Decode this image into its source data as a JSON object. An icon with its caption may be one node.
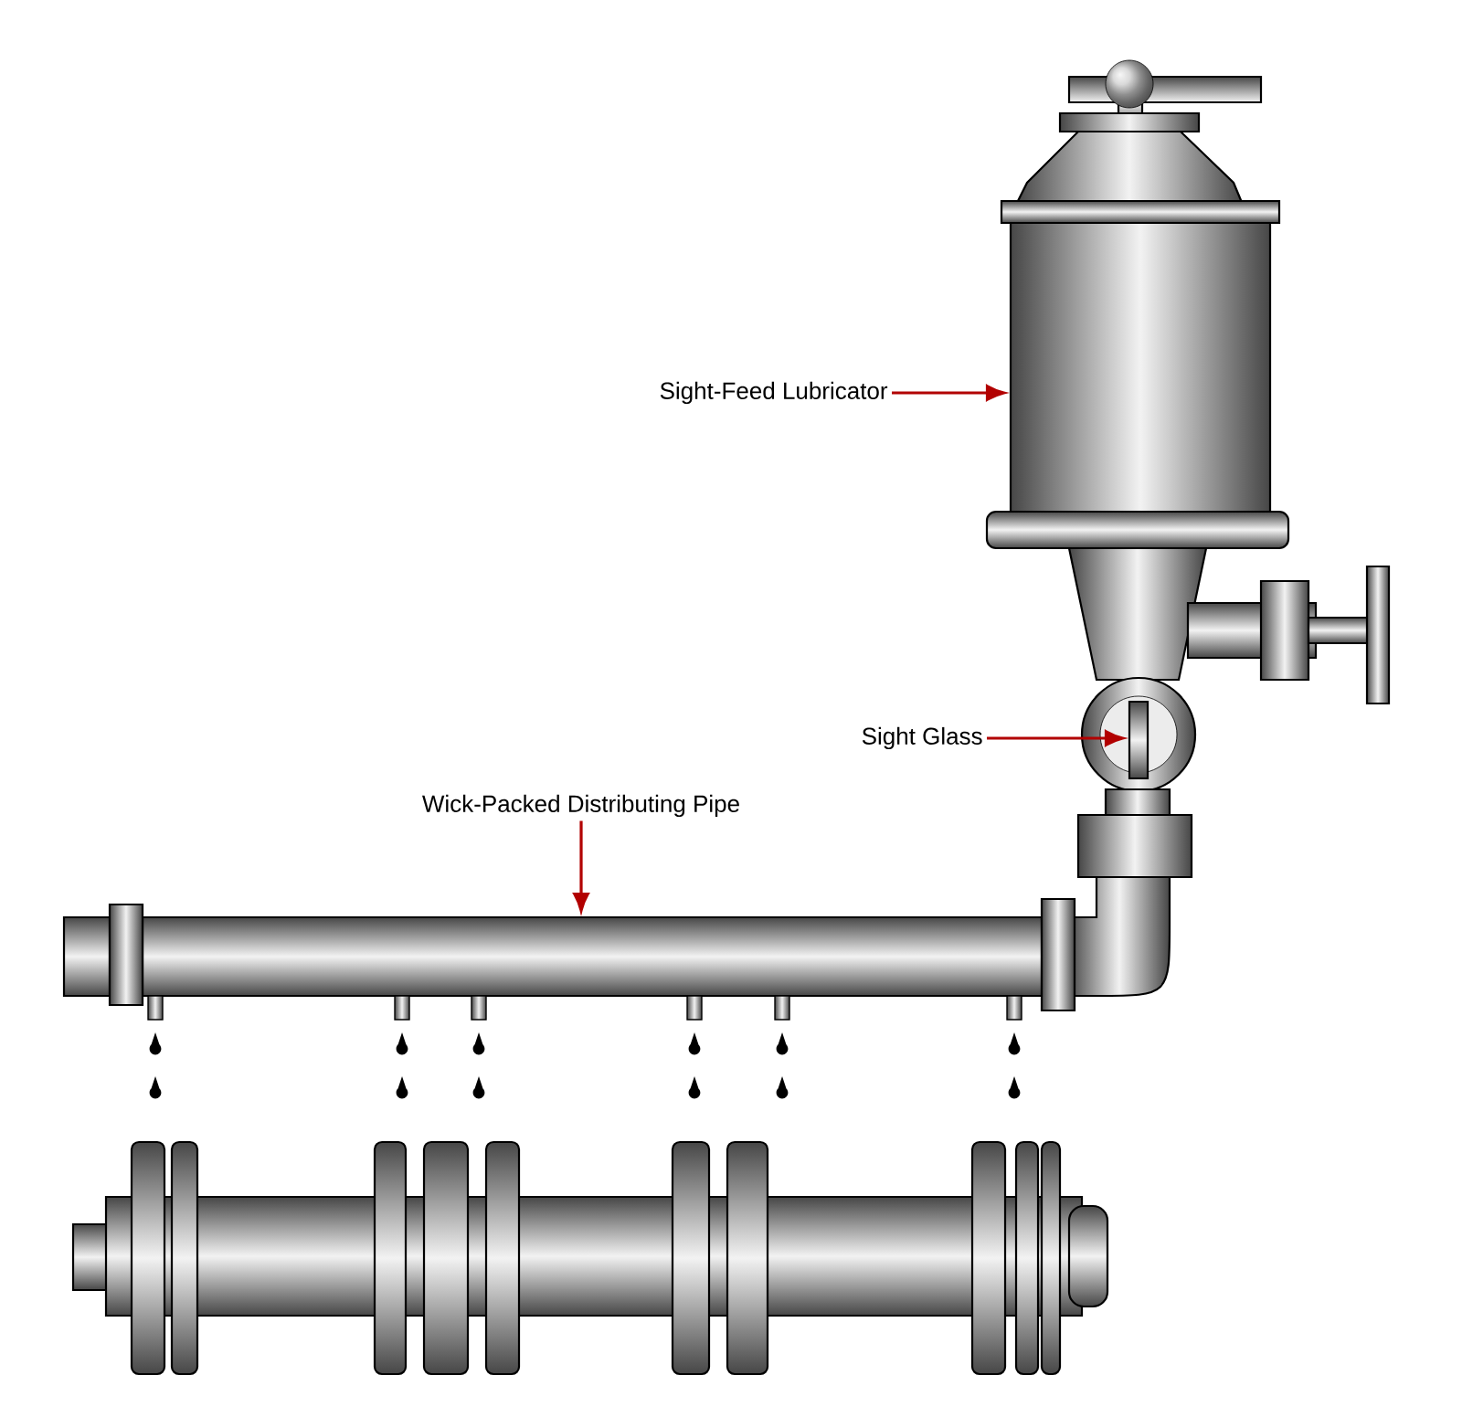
{
  "diagram": {
    "nodes": [
      {
        "text": [
          "Sight-Feed Lubricator"
        ]
      },
      {
        "text": [],
        "shape": "cylinder"
      },
      {
        "text": [
          "Sight Glass"
        ]
      },
      {
        "text": [],
        "shape": "bar"
      },
      {
        "text": [
          "Wick-Packed Distributing Pipe"
        ]
      },
      {
        "text": [],
        "shape": "bar"
      }
    ],
    "edges": [
      {
        "from": 0,
        "to": 1,
        "arrow": "to"
      },
      {
        "from": 2,
        "to": 3,
        "arrow": "to"
      },
      {
        "from": 4,
        "to": 5,
        "arrow": "to"
      }
    ]
  }
}
